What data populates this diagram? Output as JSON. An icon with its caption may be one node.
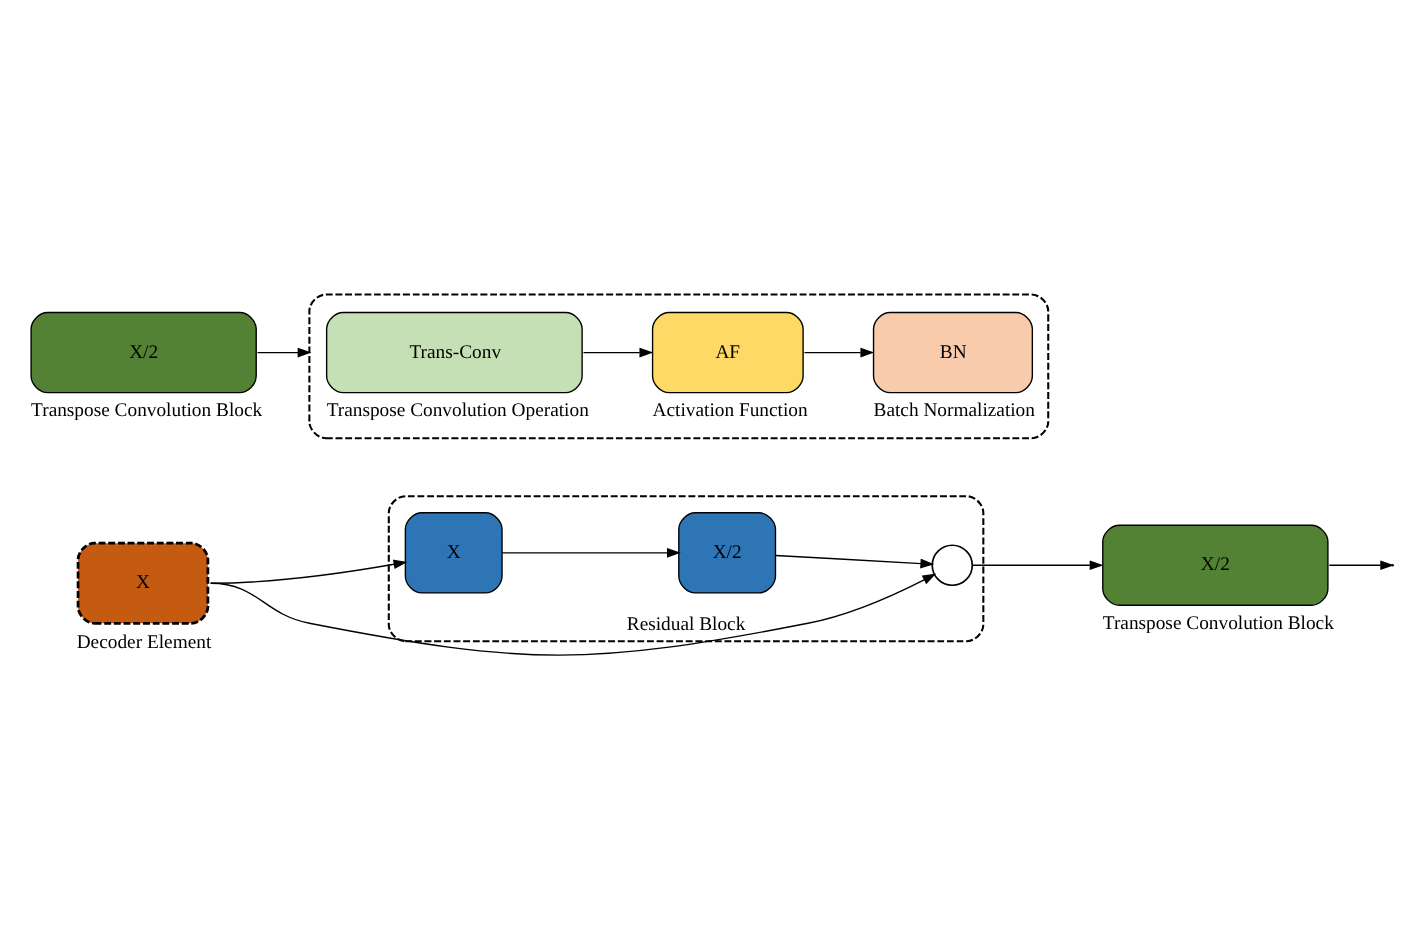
{
  "diagram": {
    "nodes": [
      {
        "text": [
          "X"
        ],
        "beside": [
          "Decoder Element"
        ]
      },
      {
        "text": [
          "Residual Block"
        ]
      },
      {
        "text": [
          "X"
        ],
        "in": 1
      },
      {
        "text": [
          "X/2"
        ],
        "in": 1
      },
      {
        "text": [],
        "shape": "circle",
        "in": 1
      },
      {
        "text": [
          "X/2"
        ],
        "beside": [
          "Transpose Convolution Block"
        ]
      },
      {
        "text": [
          "X/2"
        ],
        "beside": [
          "Transpose Convolution Block"
        ]
      },
      {
        "text": [],
        "shape": "box"
      },
      {
        "text": [
          "Trans-Conv"
        ],
        "in": 7,
        "beside": [
          "Transpose Convolution Operation"
        ]
      },
      {
        "text": [
          "AF"
        ],
        "in": 7,
        "beside": [
          "Activation Function"
        ]
      },
      {
        "text": [
          "BN"
        ],
        "in": 7,
        "beside": [
          "Batch Normalization"
        ]
      }
    ],
    "edges": [
      {
        "from": 0,
        "to": 2,
        "arrow": "to"
      },
      {
        "from": 0,
        "to": 4,
        "arrow": "to"
      },
      {
        "from": 2,
        "to": 3,
        "arrow": "to"
      },
      {
        "from": 3,
        "to": 4,
        "arrow": "to"
      },
      {
        "from": 4,
        "to": 5,
        "arrow": "to"
      },
      {
        "from": 5,
        "to": null,
        "arrow": "to"
      },
      {
        "from": 6,
        "to": 7,
        "arrow": "to"
      },
      {
        "from": 8,
        "to": 9,
        "arrow": "to"
      },
      {
        "from": 9,
        "to": 10,
        "arrow": "to"
      }
    ]
  }
}
